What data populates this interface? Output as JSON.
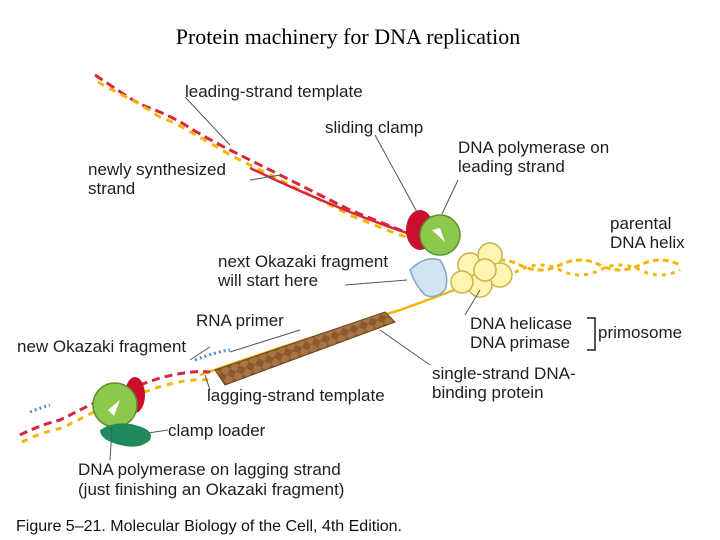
{
  "title": "Protein machinery for DNA replication",
  "labels": {
    "leading_strand_template": "leading-strand template",
    "sliding_clamp": "sliding clamp",
    "dna_polymerase_leading_l1": "DNA polymerase on",
    "dna_polymerase_leading_l2": "leading strand",
    "newly_synthesized_l1": "newly synthesized",
    "newly_synthesized_l2": "strand",
    "parental_helix_l1": "parental",
    "parental_helix_l2": "DNA helix",
    "next_okazaki_l1": "next Okazaki fragment",
    "next_okazaki_l2": "will start here",
    "rna_primer": "RNA primer",
    "new_okazaki_fragment": "new Okazaki fragment",
    "dna_helicase": "DNA helicase",
    "dna_primase": "DNA primase",
    "primosome": "primosome",
    "lagging_strand_template": "lagging-strand template",
    "ssb_l1": "single-strand DNA-",
    "ssb_l2": "binding protein",
    "clamp_loader": "clamp loader",
    "dna_polymerase_lagging_l1": "DNA polymerase on lagging strand",
    "dna_polymerase_lagging_l2": "(just finishing an Okazaki fragment)"
  },
  "caption": "Figure 5–21. Molecular Biology of the Cell, 4th Edition.",
  "colors": {
    "strand_red": "#d7263d",
    "strand_yellow": "#f2b705",
    "polymerase_green": "#8cc84b",
    "clamp_red": "#c8102e",
    "helicase_yellow": "#fff4b0",
    "primase_blue": "#cfe3f2",
    "ssb_brown": "#8b5a2b",
    "clamp_loader_green": "#1f8a5b",
    "primer_blue": "#4a90d9"
  }
}
